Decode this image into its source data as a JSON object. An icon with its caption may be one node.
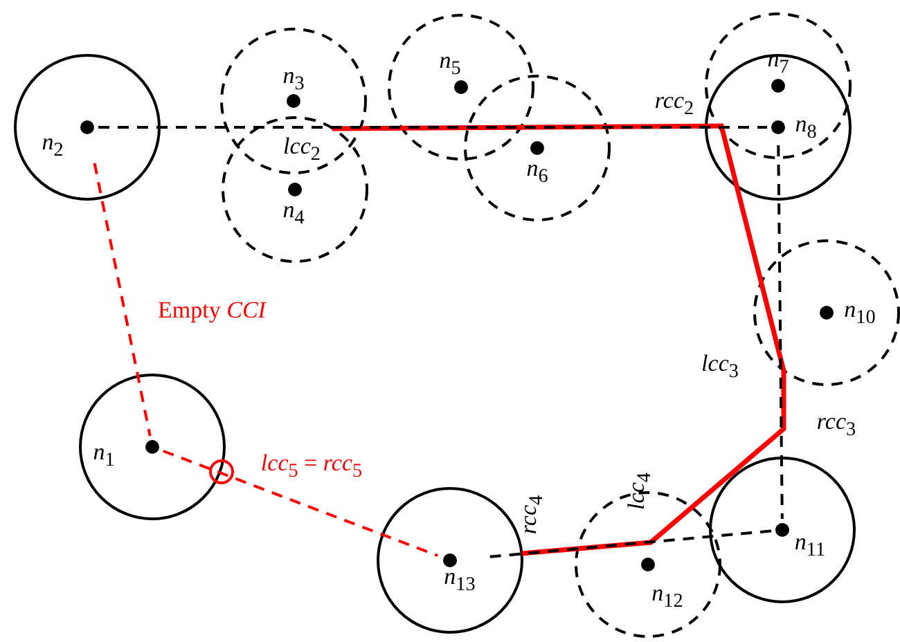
{
  "diagram": {
    "nodes": [
      {
        "text": [
          "*n*$_{1}$"
        ]
      },
      {
        "text": [
          "*n*$_{2}$"
        ]
      },
      {
        "text": [
          "*n*$_{3}$"
        ]
      },
      {
        "text": [
          "*n*$_{4}$"
        ]
      },
      {
        "text": [
          "*n*$_{5}$"
        ]
      },
      {
        "text": [
          "*n*$_{6}$"
        ]
      },
      {
        "text": [
          "*n*$_{7}$"
        ]
      },
      {
        "text": [
          "*n*$_{8}$"
        ]
      },
      {
        "text": [
          "*n*$_{10}$"
        ]
      },
      {
        "text": [
          "*n*$_{11}$"
        ]
      },
      {
        "text": [
          "*n*$_{12}$"
        ]
      },
      {
        "text": [
          "*n*$_{13}$"
        ]
      }
    ],
    "edges": [
      {
        "from": 1,
        "to": 7,
        "arrow": "none",
        "style": "dashed"
      },
      {
        "from": 7,
        "to": 9,
        "arrow": "none",
        "style": "dashed"
      },
      {
        "from": 9,
        "to": 11,
        "arrow": "none",
        "style": "dashed"
      },
      {
        "from": 1,
        "to": 0,
        "arrow": "none",
        "style": "dashed",
        "color": "#ff0000"
      },
      {
        "from": 0,
        "to": 11,
        "arrow": "none",
        "style": "dashed",
        "color": "#ff0000"
      }
    ],
    "labels": [
      "*lcc*$_{2}$",
      "*rcc*$_{2}$",
      "Empty *CCI*",
      "*lcc*$_{3}$",
      "*rcc*$_{3}$",
      "*lcc*$_{5}$ = *rcc*$_{5}$",
      "*rcc*$_{4}$",
      "*lcc*$_{4}$"
    ]
  }
}
